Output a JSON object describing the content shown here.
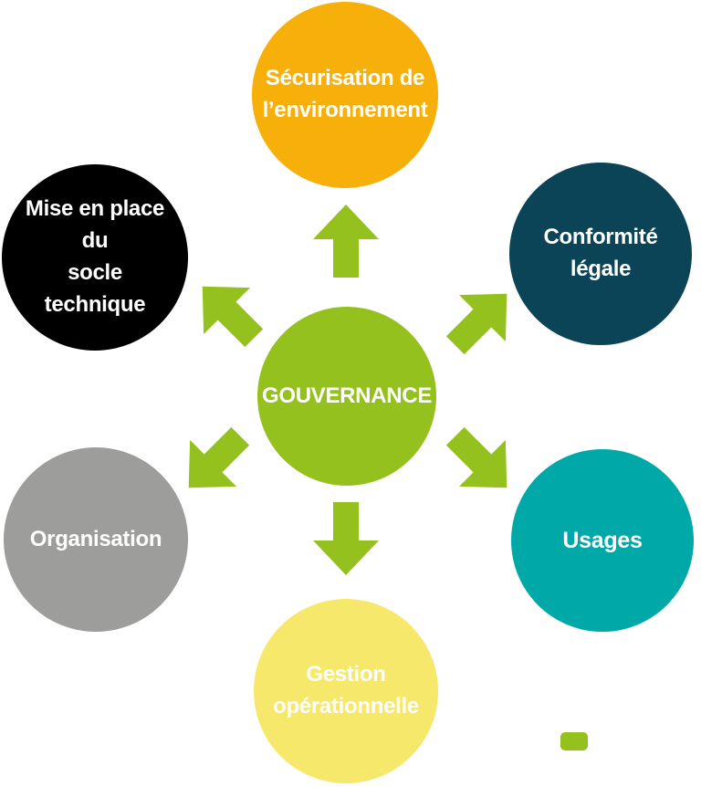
{
  "diagram": {
    "center": {
      "label": "GOUVERNANCE",
      "color": "#95c11f"
    },
    "arrow_color": "#95c11f",
    "nodes": [
      {
        "id": "securisation",
        "label": "Sécurisation de\nl’environnement",
        "color": "#f7b00a",
        "text_color": "#ffffff"
      },
      {
        "id": "conformite",
        "label": "Conformité\nlégale",
        "color": "#0a4456",
        "text_color": "#ffffff"
      },
      {
        "id": "usages",
        "label": "Usages",
        "color": "#00a8a8",
        "text_color": "#ffffff"
      },
      {
        "id": "gestion",
        "label": "Gestion\nopérationnelle",
        "color": "#f6e86a",
        "text_color": "#ffffff"
      },
      {
        "id": "organisation",
        "label": "Organisation",
        "color": "#9d9d9b",
        "text_color": "#ffffff"
      },
      {
        "id": "socle",
        "label": "Mise en place du\nsocle technique",
        "color": "#000000",
        "text_color": "#ffffff"
      }
    ],
    "legend": {
      "color": "#95c11f"
    }
  }
}
